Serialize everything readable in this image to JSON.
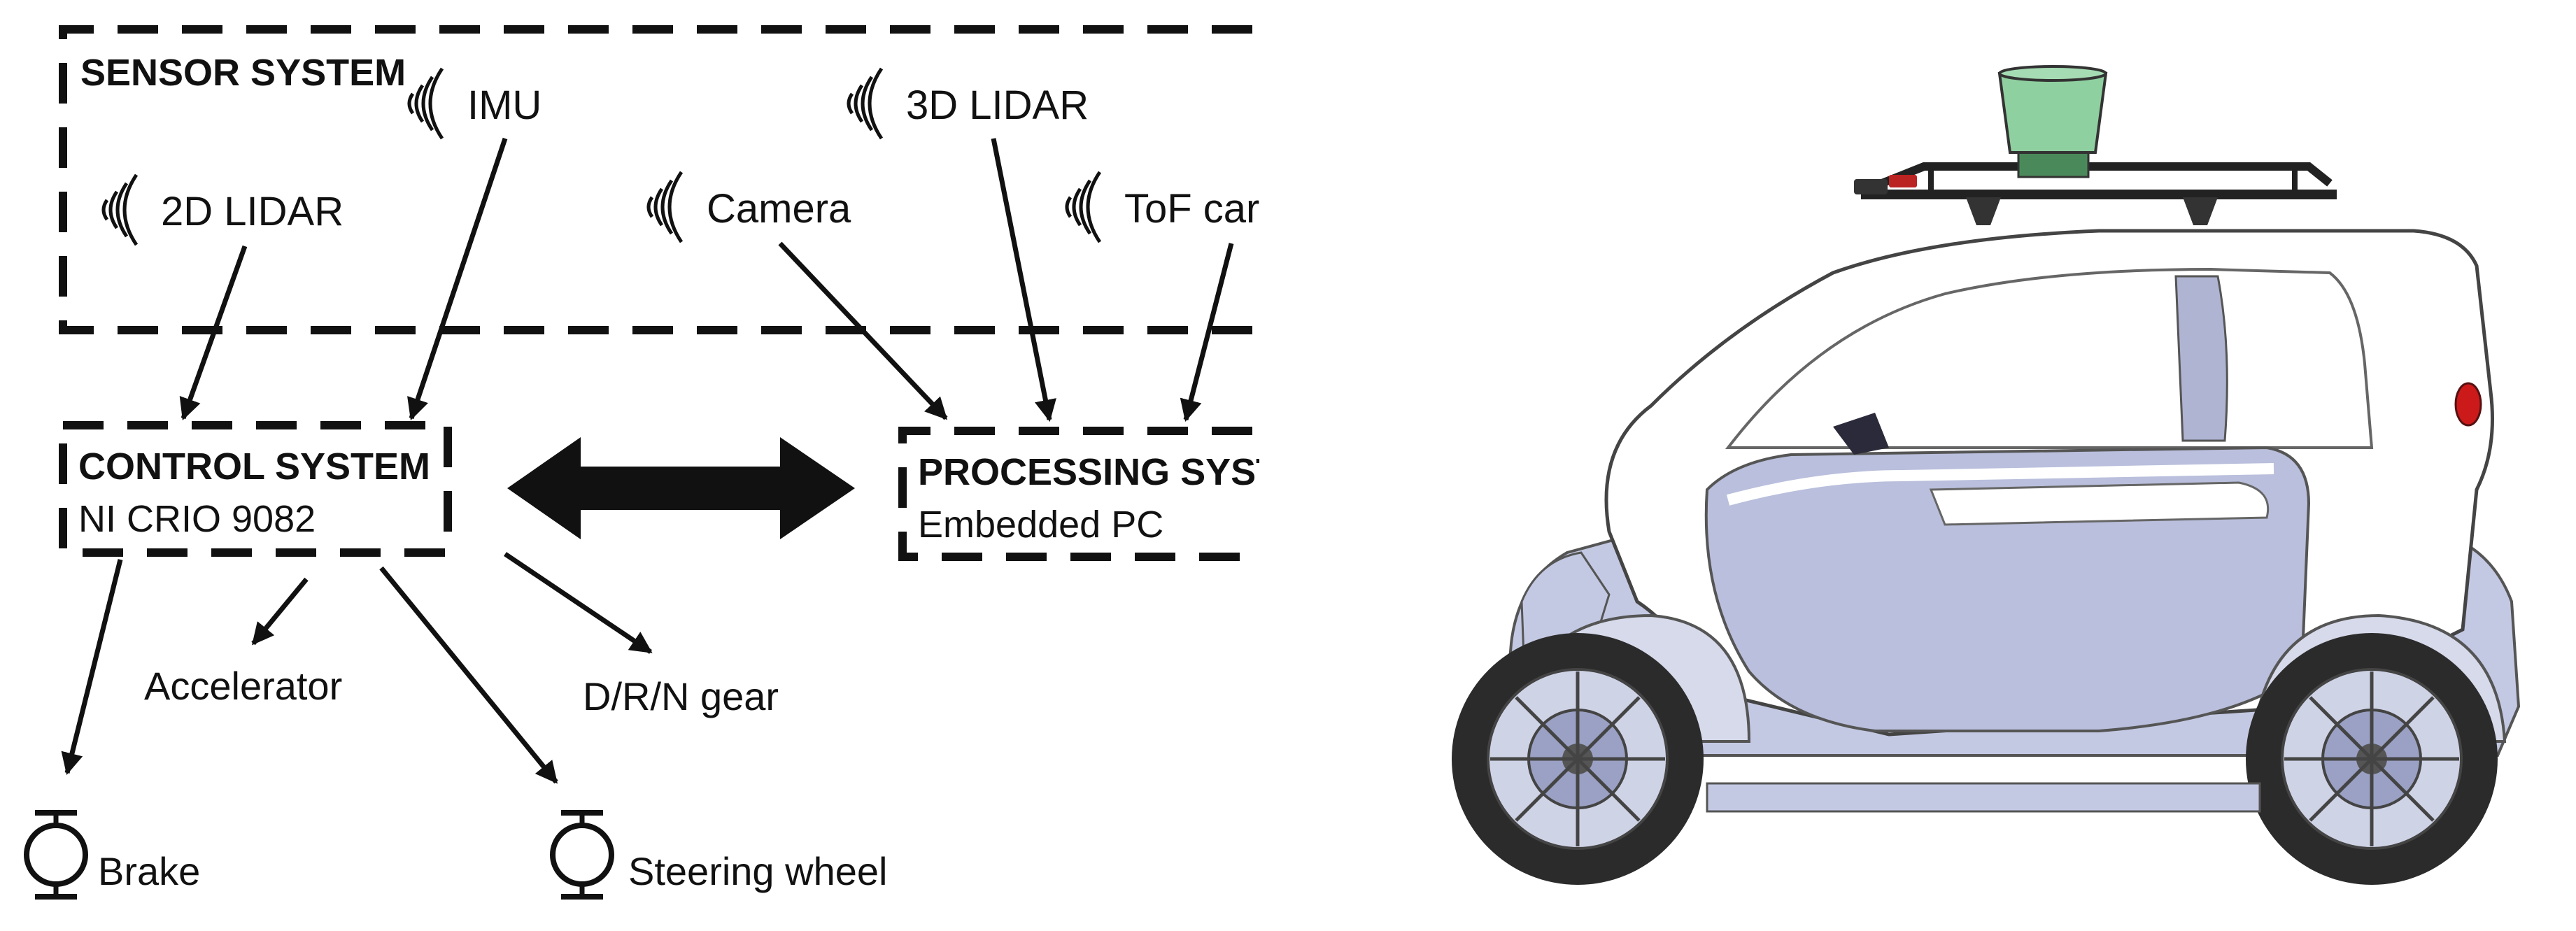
{
  "sensor_system": {
    "title": "SENSOR SYSTEM",
    "sensors": {
      "imu": "IMU",
      "lidar_3d": "3D LIDAR",
      "lidar_2d": "2D LIDAR",
      "camera": "Camera",
      "tof_camera": "ToF car"
    }
  },
  "control_system": {
    "title": "CONTROL SYSTEM",
    "subtitle": "NI CRIO 9082"
  },
  "processing_system": {
    "title": "PROCESSING SYST",
    "subtitle": "Embedded PC"
  },
  "actuators": {
    "accelerator": "Accelerator",
    "gear": "D/R/N gear",
    "brake": "Brake",
    "steering": "Steering wheel"
  },
  "colors": {
    "ink": "#111111",
    "car_body": "#ffffff",
    "car_panel": "#b9bfdc",
    "car_panel_dark": "#9aa1c4",
    "tire": "#2b2b2b",
    "lidar": "#8fd0a0",
    "tail_light": "#cc1a1a"
  }
}
